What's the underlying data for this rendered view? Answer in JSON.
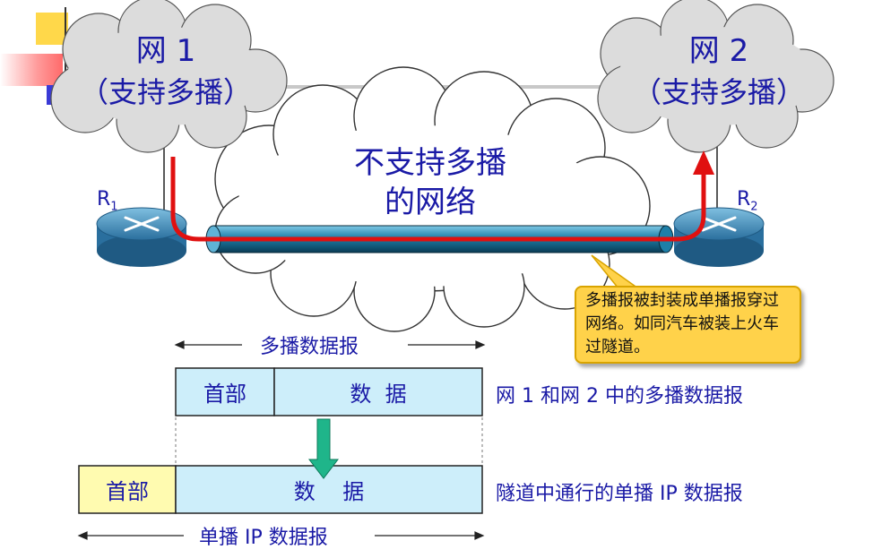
{
  "net1": {
    "name": "网 1",
    "sub": "（支持多播）"
  },
  "net2": {
    "name": "网 2",
    "sub": "（支持多播）"
  },
  "middle_net": {
    "line1": "不支持多播",
    "line2": "的网络"
  },
  "router1": {
    "label": "R",
    "sub": "1"
  },
  "router2": {
    "label": "R",
    "sub": "2"
  },
  "note": "多播报被封装成单播报穿过网络。如同汽车被装上火车过隧道。",
  "multicast": {
    "label": "多播数据报",
    "header": "首部",
    "data": "数  据",
    "caption": "网 1 和网 2 中的多播数据报"
  },
  "unicast": {
    "label": "单播 IP 数据报",
    "header": "首部",
    "data": "数    据",
    "caption": "隧道中通行的单播 IP 数据报"
  },
  "colors": {
    "text": "#1a1aa6",
    "tunnel_arrow": "#e01010",
    "tunnel": "#1e7fa8",
    "header_box": "#fffbb0",
    "data_box": "#cdeefa",
    "note": "#ffd24a",
    "down_arrow": "#1fb58a"
  }
}
